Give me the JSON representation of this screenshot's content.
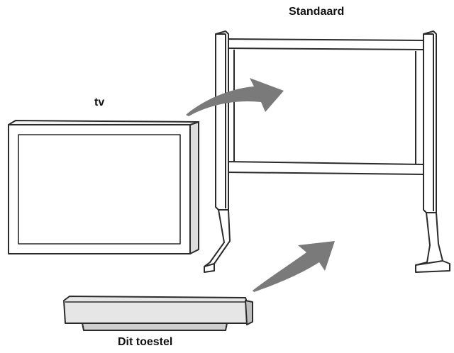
{
  "labels": {
    "stand": "Standaard",
    "tv": "tv",
    "device": "Dit toestel"
  },
  "colors": {
    "line": "#2b2b2b",
    "arrow": "#7a7a7a",
    "device_fill": "#e6e6e6"
  }
}
